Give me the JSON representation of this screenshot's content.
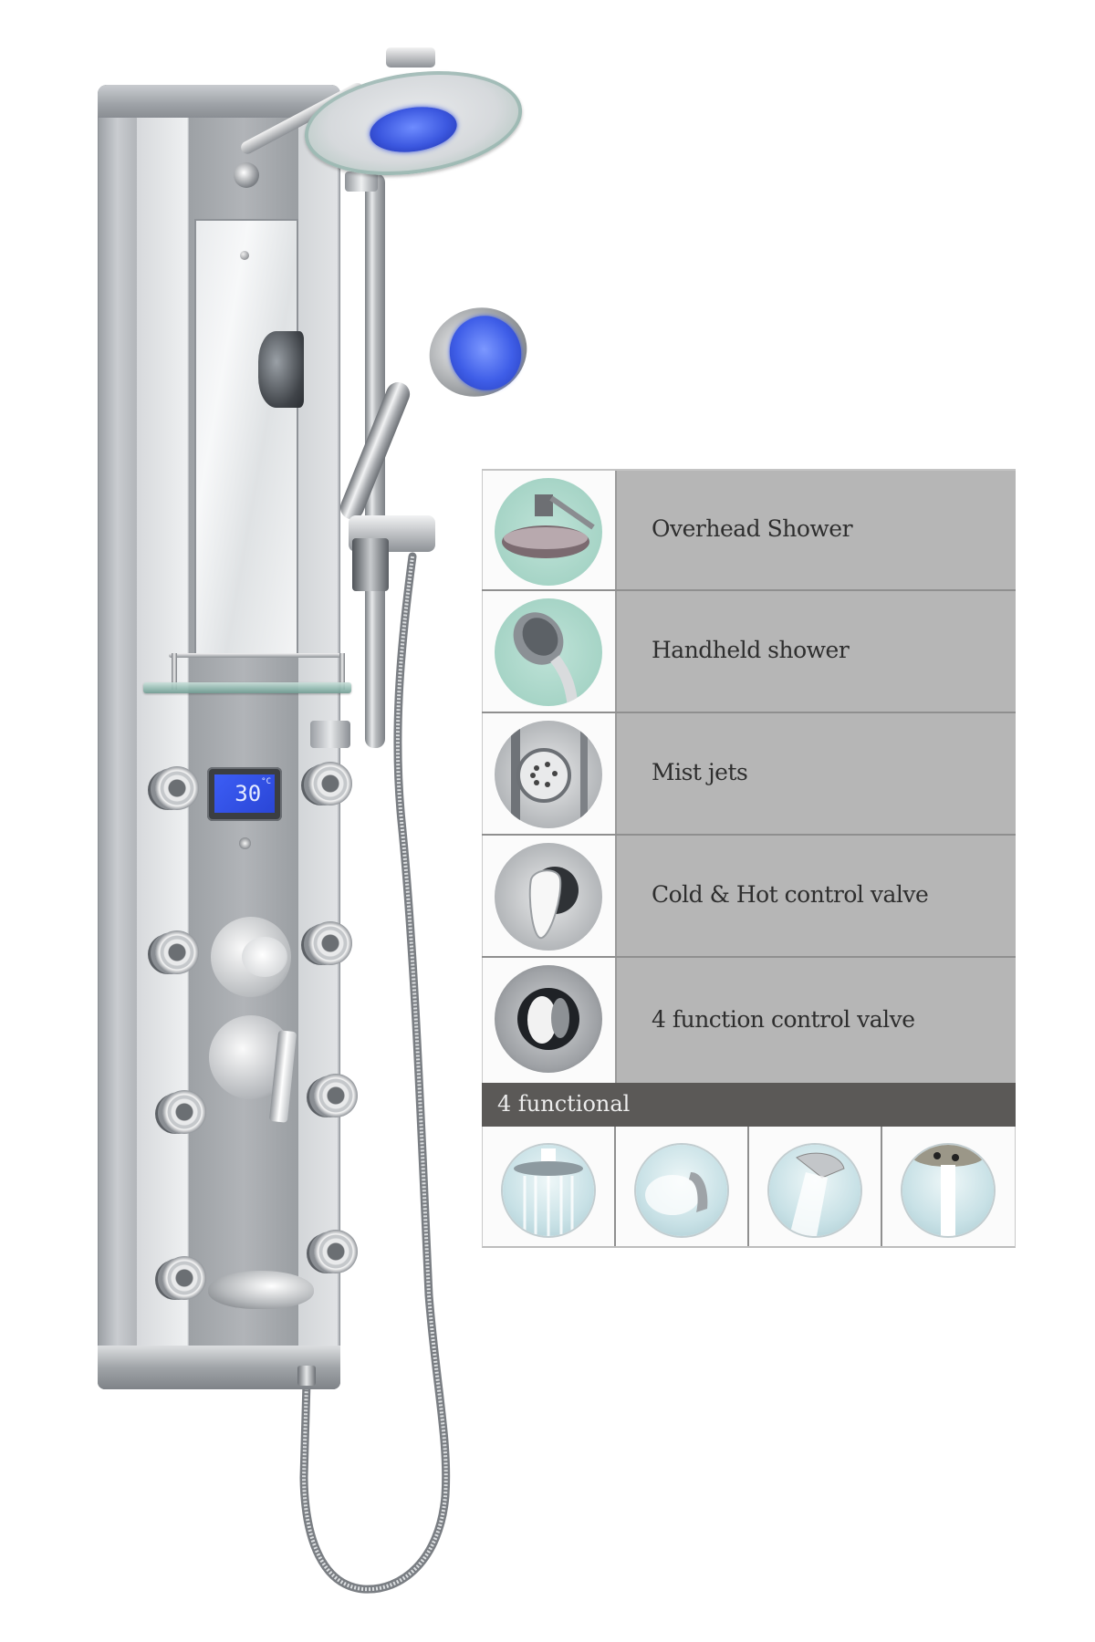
{
  "product": {
    "name": "shower-panel-illustration",
    "lcd_display": {
      "temperature": "30",
      "unit": "°C"
    },
    "components": [
      "overhead-rain-shower",
      "handheld-shower",
      "slide-rail",
      "glass-shelf",
      "mirror",
      "body-jets",
      "lcd-thermometer",
      "thermostatic-dial",
      "lever-valve",
      "tub-spout",
      "flexible-hose"
    ],
    "led_color": "#3c58e0",
    "body_jet_count": 8
  },
  "feature_table": {
    "rows": [
      {
        "label": "Overhead Shower",
        "icon": "overhead-shower-icon",
        "icon_bg": "mint"
      },
      {
        "label": "Handheld shower",
        "icon": "handheld-shower-icon",
        "icon_bg": "mint"
      },
      {
        "label": "Mist jets",
        "icon": "mist-jet-icon",
        "icon_bg": "grey"
      },
      {
        "label": "Cold & Hot control valve",
        "icon": "lever-valve-icon",
        "icon_bg": "grey"
      },
      {
        "label": "4 function control valve",
        "icon": "diverter-knob-icon",
        "icon_bg": "steel"
      }
    ],
    "section_header": "4 functional",
    "function_modes": [
      {
        "icon": "rain-shower-mode-icon"
      },
      {
        "icon": "mist-jet-mode-icon"
      },
      {
        "icon": "handheld-spray-mode-icon"
      },
      {
        "icon": "tub-spout-mode-icon"
      }
    ],
    "colors": {
      "label_cell_bg": "#b6b6b6",
      "label_text": "#2e2e2e",
      "header_bar_bg": "#5b5957",
      "header_text": "#ececec",
      "icon_mint": "#a6d4c6"
    }
  }
}
